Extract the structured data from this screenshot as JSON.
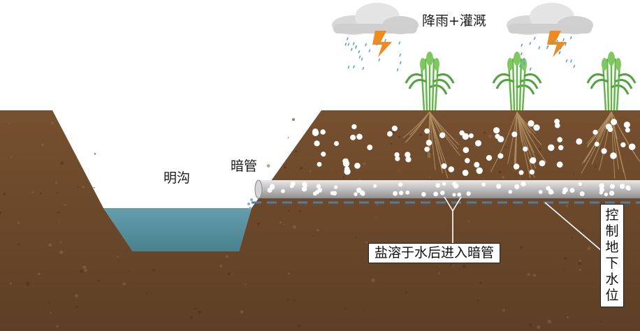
{
  "labels": {
    "rain_irrigation": "降雨+灌溉",
    "open_ditch": "明沟",
    "drain_pipe": "暗管",
    "salt_into_pipe": "盐溶于水后进入暗管",
    "control_water_level": "控制地下水位"
  },
  "colors": {
    "soil": "#6e4a2c",
    "soil_dark": "#5a3b22",
    "water": "#4e8c9a",
    "pipe": "#c9c9c9",
    "plant": "#5fb845",
    "root": "#b89a6a",
    "salt": "#ffffff",
    "water_table": "#4a7fa8"
  }
}
